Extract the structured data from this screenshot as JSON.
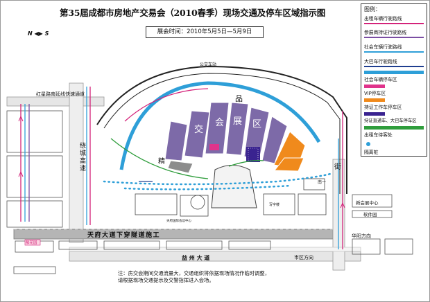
{
  "title": "第35届成都市房地产交易会（2010春季）现场交通及停车区域指示图",
  "exhibition_time": "展会时间：2010年5月5日—5月9日",
  "compass": {
    "n": "N",
    "s": "S"
  },
  "legend": {
    "heading": "图例：",
    "items": [
      {
        "label": "出租车辆行驶路线",
        "color": "#d4237a",
        "kind": "line"
      },
      {
        "label": "参展商持证行驶路线",
        "color": "#7b4ea3",
        "kind": "line"
      },
      {
        "label": "社会车辆行驶路线",
        "color": "#2e9fd8",
        "kind": "line"
      },
      {
        "label": "大巴车行驶路线",
        "color": "#1e3d8f",
        "kind": "line"
      },
      {
        "label": "社会车辆停车区",
        "color": "#2e9fd8",
        "kind": "bar"
      },
      {
        "label": "VIP停车区",
        "color": "#e0338b",
        "kind": "bar"
      },
      {
        "label": "持证工作车停车区",
        "color": "#f08a1c",
        "kind": "bar"
      },
      {
        "label": "持证直通车、大巴车停车区",
        "color": "#3a2390",
        "kind": "bar"
      },
      {
        "label": "出租车待客处",
        "color": "#2f9d3c",
        "kind": "bar"
      },
      {
        "label": "隔离桩",
        "color": "#2e9fd8",
        "kind": "dot"
      }
    ]
  },
  "roads": {
    "hongxing": "红星路南延线快速通道",
    "raocheng": "绕城高速",
    "tianfu": "天府大道下穿隧道施工",
    "yizhou": "益 州 大 道",
    "huayang": "华阳方向",
    "shiqu": "市区方向",
    "gongjiao": "公交车站",
    "nanyi": "南一",
    "jie": "街"
  },
  "hall_chars": [
    "会",
    "展",
    "区",
    "交",
    "品",
    "精"
  ],
  "buildings": {
    "xinhui": "新会展中心",
    "ruanjian": "软件园",
    "yuhua": "郁花园",
    "jiudian": "天府国际会议中心",
    "dalou": "写字楼"
  },
  "footer": {
    "line1": "注：房交会期间交通流量大，交通组织将依据现场情况作临时调整，",
    "line2": "请根据现场交通提示及交警指挥进入会场。"
  }
}
